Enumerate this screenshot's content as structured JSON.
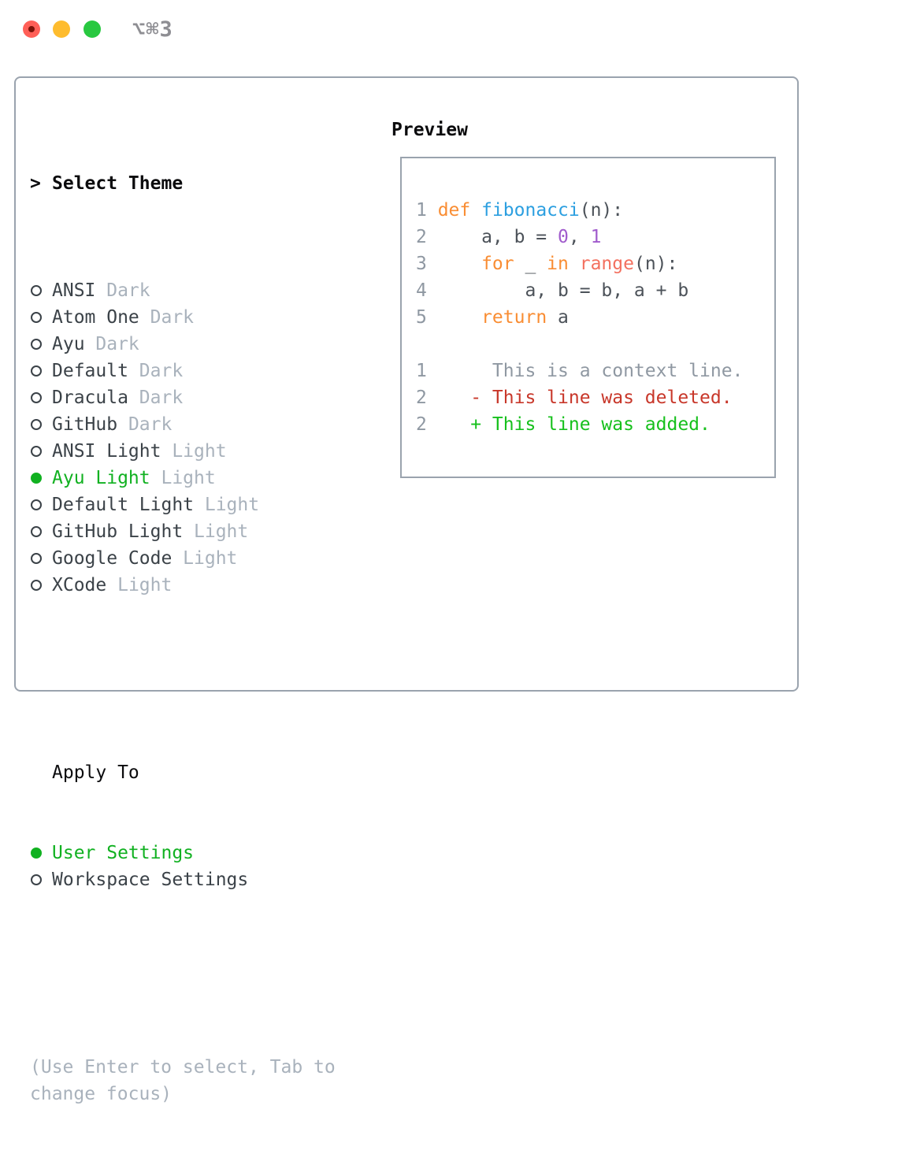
{
  "titlebar": {
    "shortcut": "⌥⌘3"
  },
  "colors": {
    "traffic_red": "#ff5f57",
    "traffic_yellow": "#febc2e",
    "traffic_green": "#28c840",
    "titlebar_gray": "#8e8e93",
    "border": "#9aa3ae",
    "header_black": "#0b0b0d",
    "text_dark": "#3b4248",
    "text_muted": "#a9b2bc",
    "accent_green": "#11b121",
    "line_number": "#8f98a2",
    "code_plain": "#4c5259",
    "code_keyword": "#f98d33",
    "code_function": "#2c9fe0",
    "code_builtin": "#f3705f",
    "code_number": "#a05bcc",
    "diff_context": "#8f98a2",
    "diff_deleted": "#c8372a",
    "diff_added": "#16c01c"
  },
  "theme_panel": {
    "header": {
      "prefix": ">",
      "label": "Select Theme"
    },
    "themes": [
      {
        "name": "ANSI",
        "variant": "Dark",
        "selected": false
      },
      {
        "name": "Atom One",
        "variant": "Dark",
        "selected": false
      },
      {
        "name": "Ayu",
        "variant": "Dark",
        "selected": false
      },
      {
        "name": "Default",
        "variant": "Dark",
        "selected": false
      },
      {
        "name": "Dracula",
        "variant": "Dark",
        "selected": false
      },
      {
        "name": "GitHub",
        "variant": "Dark",
        "selected": false
      },
      {
        "name": "ANSI Light",
        "variant": "Light",
        "selected": false
      },
      {
        "name": "Ayu Light",
        "variant": "Light",
        "selected": true
      },
      {
        "name": "Default Light",
        "variant": "Light",
        "selected": false
      },
      {
        "name": "GitHub Light",
        "variant": "Light",
        "selected": false
      },
      {
        "name": "Google Code",
        "variant": "Light",
        "selected": false
      },
      {
        "name": "XCode",
        "variant": "Light",
        "selected": false
      }
    ],
    "apply_to": {
      "label": "Apply To",
      "options": [
        {
          "name": "User Settings",
          "selected": true
        },
        {
          "name": "Workspace Settings",
          "selected": false
        }
      ]
    },
    "help_lines": [
      "(Use Enter to select, Tab to",
      "change focus)"
    ]
  },
  "preview": {
    "label": "Preview",
    "code_lines": [
      {
        "num": "1",
        "tokens": [
          {
            "text": "def",
            "color": "code_keyword"
          },
          {
            "text": " ",
            "color": "code_plain"
          },
          {
            "text": "fibonacci",
            "color": "code_function"
          },
          {
            "text": "(n):",
            "color": "code_plain"
          }
        ]
      },
      {
        "num": "2",
        "tokens": [
          {
            "text": "    a, b = ",
            "color": "code_plain"
          },
          {
            "text": "0",
            "color": "code_number"
          },
          {
            "text": ", ",
            "color": "code_plain"
          },
          {
            "text": "1",
            "color": "code_number"
          }
        ]
      },
      {
        "num": "3",
        "tokens": [
          {
            "text": "    ",
            "color": "code_plain"
          },
          {
            "text": "for",
            "color": "code_keyword"
          },
          {
            "text": " _ ",
            "color": "code_plain"
          },
          {
            "text": "in",
            "color": "code_keyword"
          },
          {
            "text": " ",
            "color": "code_plain"
          },
          {
            "text": "range",
            "color": "code_builtin"
          },
          {
            "text": "(n):",
            "color": "code_plain"
          }
        ]
      },
      {
        "num": "4",
        "tokens": [
          {
            "text": "        a, b = b, a + b",
            "color": "code_plain"
          }
        ]
      },
      {
        "num": "5",
        "tokens": [
          {
            "text": "    ",
            "color": "code_plain"
          },
          {
            "text": "return",
            "color": "code_keyword"
          },
          {
            "text": " a",
            "color": "code_plain"
          }
        ]
      }
    ],
    "diff_lines": [
      {
        "num": "1",
        "text": "     This is a context line.",
        "type": "diff_context"
      },
      {
        "num": "2",
        "text": "   - This line was deleted.",
        "type": "diff_deleted"
      },
      {
        "num": "2",
        "text": "   + This line was added.",
        "type": "diff_added"
      }
    ]
  }
}
